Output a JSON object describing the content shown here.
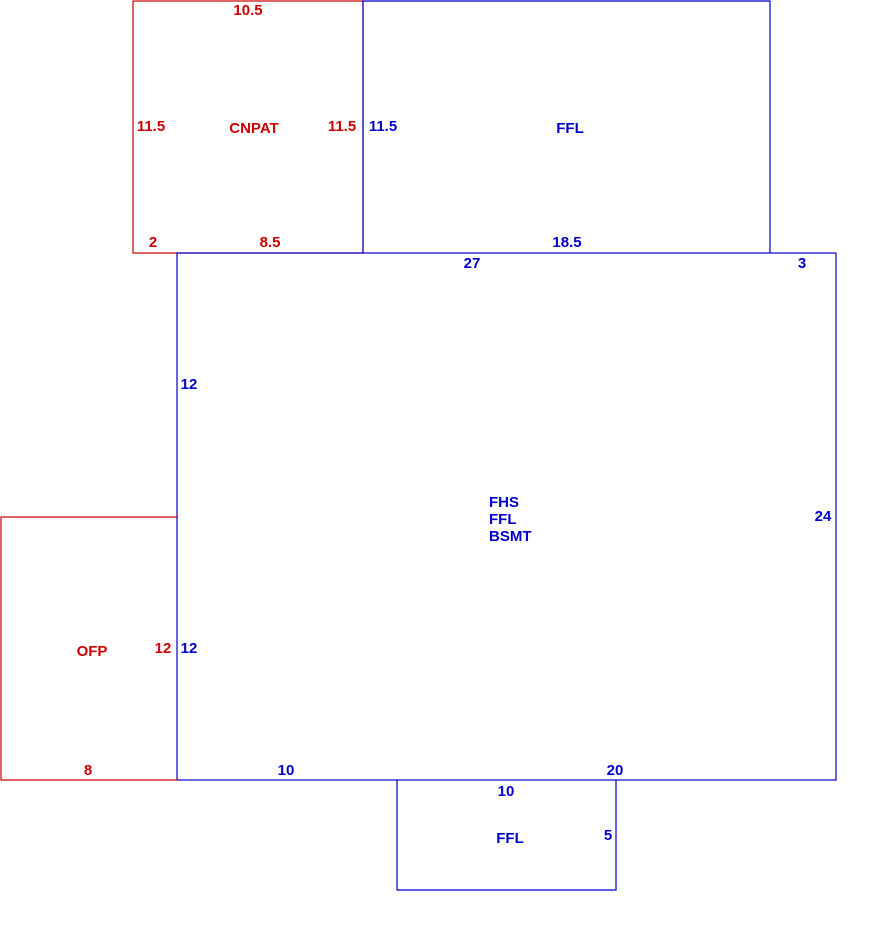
{
  "colors": {
    "blue": "#0000cc",
    "red": "#cc0000"
  },
  "areas": {
    "cnpat": {
      "label": "CNPAT",
      "dims": [
        "10.5",
        "11.5",
        "11.5",
        "2",
        "8.5"
      ]
    },
    "ffl_top": {
      "label": "FFL",
      "dims": [
        "11.5",
        "18.5"
      ]
    },
    "main": {
      "labels": [
        "FHS",
        "FFL",
        "BSMT"
      ],
      "dims": [
        "27",
        "3",
        "12",
        "24",
        "12",
        "10",
        "20"
      ]
    },
    "ofp": {
      "label": "OFP",
      "dims": [
        "12",
        "8"
      ]
    },
    "ffl_bottom": {
      "label": "FFL",
      "dims": [
        "10",
        "5"
      ]
    }
  }
}
